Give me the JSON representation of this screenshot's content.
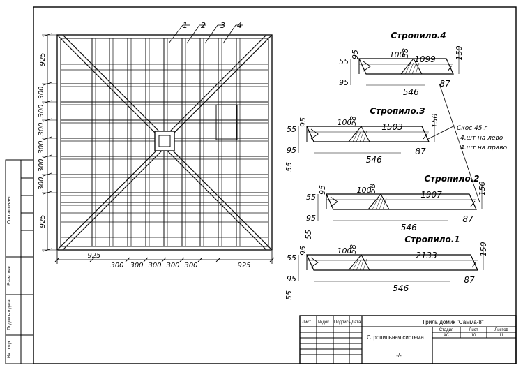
{
  "drawing": {
    "callouts": [
      "1",
      "2",
      "3",
      "4"
    ],
    "left_dims": [
      "925",
      "300",
      "300",
      "300",
      "300",
      "300",
      "300",
      "925"
    ],
    "bottom_dims": [
      "925",
      "300",
      "300",
      "300",
      "300",
      "300",
      "925"
    ]
  },
  "rafters": [
    {
      "title": "Стропило.4",
      "len": "1099",
      "a": "95",
      "b": "55",
      "c": "95",
      "d": "100",
      "e": "58",
      "f": "150",
      "g": "546",
      "h": "87"
    },
    {
      "title": "Стропило.3",
      "len": "1503",
      "a": "95",
      "b": "55",
      "c": "95",
      "d": "100",
      "e": "58",
      "f": "150",
      "g": "546",
      "h": "87",
      "i": "55"
    },
    {
      "title": "Стропило.2",
      "len": "1907",
      "a": "95",
      "b": "55",
      "c": "95",
      "d": "100",
      "e": "58",
      "f": "150",
      "g": "546",
      "h": "87",
      "i": "55"
    },
    {
      "title": "Стропило.1",
      "len": "2133",
      "a": "95",
      "b": "55",
      "c": "95",
      "d": "100",
      "e": "58",
      "f": "150",
      "g": "546",
      "h": "87",
      "i": "55"
    }
  ],
  "note": {
    "line1": "Скос 45.г",
    "line2": "4.шт на лево",
    "line3": "4.шт на право"
  },
  "side_stamp": {
    "agreed": "Согласовано",
    "inv": "Взам. инв",
    "sign_date": "Подпись и дата",
    "inv_no": "Ин. подл."
  },
  "title_block": {
    "headers": [
      "Лист",
      "№док",
      "Подпись",
      "Дата"
    ],
    "project": "Гриль домик \"Самма-8\"",
    "name": "Стропильная система.",
    "dash": "-/-",
    "stage_label": "Стадия",
    "sheet_label": "Лист",
    "sheets_label": "Листов",
    "stage": "АС",
    "sheet": "10",
    "sheets": "11"
  }
}
